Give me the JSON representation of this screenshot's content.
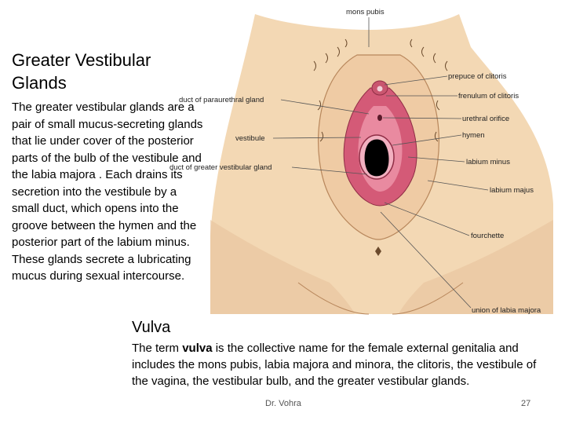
{
  "slide": {
    "title": "Greater Vestibular Glands",
    "body": "The greater vestibular glands are a pair of small mucus-secreting glands that lie under cover of the posterior parts of the bulb of the vestibule and the labia majora . Each drains its secretion into the vestibule by a small duct, which opens into the groove between the hymen and the posterior part of the labium minus. These glands secrete a lubricating mucus during sexual intercourse.",
    "subtitle": "Vulva",
    "vulva_text": {
      "pre": "The term ",
      "bold": "vulva",
      "post": " is the collective name for the female external genitalia and includes the mons pubis, labia majora and minora, the clitoris, the vestibule of the vagina, the vestibular bulb, and the greater vestibular glands."
    },
    "footer": {
      "author": "Dr. Vohra",
      "page": "27"
    }
  },
  "diagram_labels": {
    "mons_pubis": "mons pubis",
    "prepuce": "prepuce of clitoris",
    "duct_paraurethral": "duct of paraurethral gland",
    "frenulum": "frenulum of clitoris",
    "urethral_orifice": "urethral orifice",
    "vestibule": "vestibule",
    "hymen": "hymen",
    "duct_greater": "duct of greater vestibular gland",
    "labium_minus": "labium minus",
    "labium_majus": "labium majus",
    "fourchette": "fourchette",
    "union": "union of labia majora"
  },
  "colors": {
    "skin": "#f3d8b4",
    "skin_dark": "#e6bf95",
    "labia": "#d45a77",
    "labia_inner": "#e98aa0",
    "opening": "#000000",
    "leader_line": "#555555"
  }
}
